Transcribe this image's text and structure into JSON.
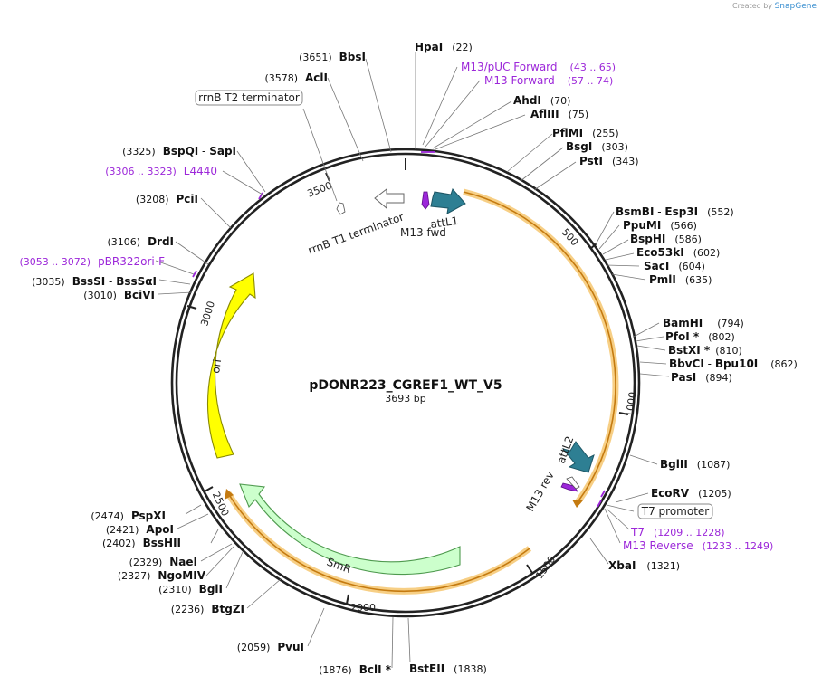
{
  "credit": {
    "prefix": "Created by",
    "brand": "SnapGene"
  },
  "map": {
    "name": "pDONR223_CGREF1_WT_V5",
    "length_label": "3693 bp",
    "length": 3693
  },
  "tick_labels": [
    "500",
    "1000",
    "1500",
    "2000",
    "2500",
    "3000",
    "3500"
  ],
  "enzymes": [
    {
      "id": "hpai",
      "name": "HpaI",
      "pos": "(22)"
    },
    {
      "id": "ahdi",
      "name": "AhdI",
      "pos": "(70)"
    },
    {
      "id": "aflIII",
      "name": "AflIII",
      "pos": "(75)"
    },
    {
      "id": "pflmi",
      "name": "PflMI",
      "pos": "(255)"
    },
    {
      "id": "bsgi",
      "name": "BsgI",
      "pos": "(303)"
    },
    {
      "id": "psti",
      "name": "PstI",
      "pos": "(343)"
    },
    {
      "id": "bsmbi",
      "name": "BsmBI",
      "sep": " - ",
      "name2": "Esp3I",
      "pos": "(552)"
    },
    {
      "id": "ppumi",
      "name": "PpuMI",
      "pos": "(566)"
    },
    {
      "id": "bsphi",
      "name": "BspHI",
      "pos": "(586)"
    },
    {
      "id": "eco53ki",
      "name": "Eco53kI",
      "pos": "(602)"
    },
    {
      "id": "saci",
      "name": "SacI",
      "pos": "(604)"
    },
    {
      "id": "pmli",
      "name": "PmlI",
      "pos": "(635)"
    },
    {
      "id": "bamhi",
      "name": "BamHI",
      "pos": "(794)"
    },
    {
      "id": "pfoi",
      "name": "PfoI *",
      "pos": "(802)"
    },
    {
      "id": "bstxi",
      "name": "BstXI *",
      "pos": "(810)"
    },
    {
      "id": "bbvci",
      "name": "BbvCI",
      "sep": " - ",
      "name2": "Bpu10I",
      "pos": "(862)"
    },
    {
      "id": "pasi",
      "name": "PasI",
      "pos": "(894)"
    },
    {
      "id": "bglii",
      "name": "BglII",
      "pos": "(1087)"
    },
    {
      "id": "ecorv",
      "name": "EcoRV",
      "pos": "(1205)"
    },
    {
      "id": "xbai",
      "name": "XbaI",
      "pos": "(1321)"
    },
    {
      "id": "bsteii",
      "name": "BstEII",
      "pos": "(1838)"
    },
    {
      "id": "bcli",
      "name": "BclI *",
      "pos": "(1876)"
    },
    {
      "id": "pvui",
      "name": "PvuI",
      "pos": "(2059)"
    },
    {
      "id": "btgzi",
      "name": "BtgZI",
      "pos": "(2236)"
    },
    {
      "id": "bgli",
      "name": "BglI",
      "pos": "(2310)"
    },
    {
      "id": "ngomiv",
      "name": "NgoMIV",
      "pos": "(2327)"
    },
    {
      "id": "naei",
      "name": "NaeI",
      "pos": "(2329)"
    },
    {
      "id": "bsshii",
      "name": "BssHII",
      "pos": "(2402)"
    },
    {
      "id": "apoi",
      "name": "ApoI",
      "pos": "(2421)"
    },
    {
      "id": "pspxi",
      "name": "PspXI",
      "pos": "(2474)"
    },
    {
      "id": "bcivi",
      "name": "BciVI",
      "pos": "(3010)"
    },
    {
      "id": "bsssi",
      "name": "BssSI",
      "sep": " - ",
      "name2": "BssSαI",
      "pos": "(3035)"
    },
    {
      "id": "drdi",
      "name": "DrdI",
      "pos": "(3106)"
    },
    {
      "id": "pcii",
      "name": "PciI",
      "pos": "(3208)"
    },
    {
      "id": "bspqi",
      "name": "BspQI",
      "sep": " - ",
      "name2": "SapI",
      "pos": "(3325)"
    },
    {
      "id": "acli",
      "name": "AclI",
      "pos": "(3578)"
    },
    {
      "id": "bbsi",
      "name": "BbsI",
      "pos": "(3651)"
    }
  ],
  "primers": [
    {
      "id": "m13-puc-forward",
      "name": "M13/pUC Forward",
      "range": "(43 .. 65)"
    },
    {
      "id": "m13-forward",
      "name": "M13 Forward",
      "range": "(57 .. 74)"
    },
    {
      "id": "t7",
      "name": "T7",
      "range": "(1209 .. 1228)"
    },
    {
      "id": "m13-reverse",
      "name": "M13 Reverse",
      "range": "(1233 .. 1249)"
    },
    {
      "id": "pbr322ori-f",
      "name": "pBR322ori-F",
      "range": "(3053 .. 3072)"
    },
    {
      "id": "l4440",
      "name": "L4440",
      "range": "(3306 .. 3323)"
    }
  ],
  "features": [
    {
      "id": "attl1",
      "label": "attL1",
      "color": "#2e7f93"
    },
    {
      "id": "m13-fwd",
      "label": "M13 fwd",
      "color": "#9c27d9"
    },
    {
      "id": "attl2",
      "label": "attL2",
      "color": "#2e7f93"
    },
    {
      "id": "m13-rev",
      "label": "M13 rev",
      "color": "#9c27d9"
    },
    {
      "id": "ori",
      "label": "ori",
      "color": "#ffff00"
    },
    {
      "id": "smr",
      "label": "SmR",
      "color": "#ccffcc"
    },
    {
      "id": "rrnb-t1",
      "label": "rrnB T1 terminator",
      "color": "#ffffff"
    }
  ],
  "boxed_features": [
    {
      "id": "rrnb-t2",
      "label": "rrnB T2 terminator"
    },
    {
      "id": "t7-promoter",
      "label": "T7 promoter"
    }
  ],
  "colors": {
    "backbone": "#222222",
    "primer": "#9c27d9",
    "orf_highlight": "#f6c770",
    "orf_line": "#c47a10",
    "leader": "#777777"
  }
}
